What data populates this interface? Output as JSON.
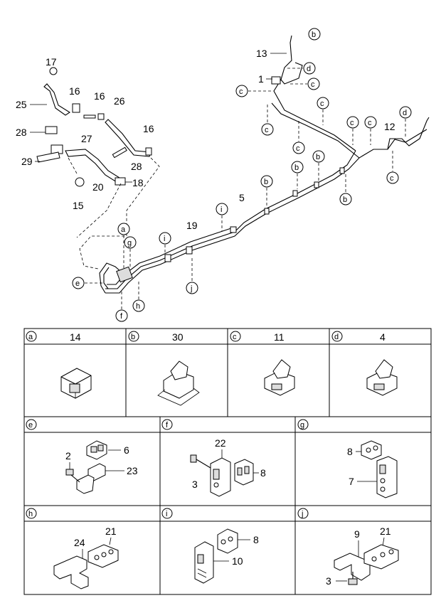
{
  "callouts": {
    "n17": "17",
    "n25": "25",
    "n16a": "16",
    "n16b": "16",
    "n16c": "16",
    "n26": "26",
    "n27": "27",
    "n28a": "28",
    "n28b": "28",
    "n29": "29",
    "n20": "20",
    "n18": "18",
    "n15": "15",
    "n13": "13",
    "n1": "1",
    "n12": "12",
    "n5": "5",
    "n19": "19"
  },
  "ref_letters": {
    "a": "a",
    "b": "b",
    "c": "c",
    "d": "d",
    "e": "e",
    "f": "f",
    "g": "g",
    "h": "h",
    "i": "i",
    "j": "j"
  },
  "detail_table": {
    "row1": [
      {
        "letter": "a",
        "part": "14"
      },
      {
        "letter": "b",
        "part": "30"
      },
      {
        "letter": "c",
        "part": "11"
      },
      {
        "letter": "d",
        "part": "4"
      }
    ],
    "row2": [
      {
        "letter": "e",
        "parts": [
          "2",
          "6",
          "23"
        ]
      },
      {
        "letter": "f",
        "parts": [
          "22",
          "3",
          "8"
        ]
      },
      {
        "letter": "g",
        "parts": [
          "8",
          "7"
        ]
      }
    ],
    "row3": [
      {
        "letter": "h",
        "parts": [
          "24",
          "21"
        ]
      },
      {
        "letter": "i",
        "parts": [
          "8",
          "10"
        ]
      },
      {
        "letter": "j",
        "parts": [
          "9",
          "21",
          "3"
        ]
      }
    ]
  }
}
